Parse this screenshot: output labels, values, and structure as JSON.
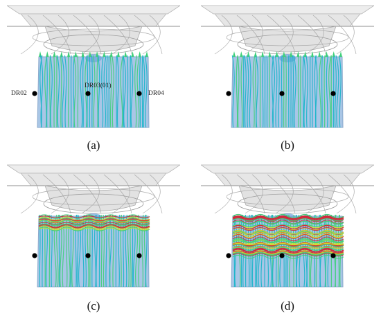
{
  "panels": [
    {
      "caption": "(a)",
      "probe_labels": [
        "DR02",
        "DR03(01)",
        "DR04"
      ],
      "swirl": 0.0
    },
    {
      "caption": "(b)",
      "probe_labels": [],
      "swirl": 0.0
    },
    {
      "caption": "(c)",
      "probe_labels": [],
      "swirl": 0.25
    },
    {
      "caption": "(d)",
      "probe_labels": [],
      "swirl": 1.0
    }
  ],
  "colors": {
    "duct": "#a9c6e6",
    "streamline_axial": "#17b5c9",
    "streamline_mid": "#3fcf7a",
    "streamline_swirl_yellow": "#d6e02a",
    "streamline_swirl_red": "#d2283a",
    "impeller": "#dcdcdc",
    "probe": "#000000"
  }
}
